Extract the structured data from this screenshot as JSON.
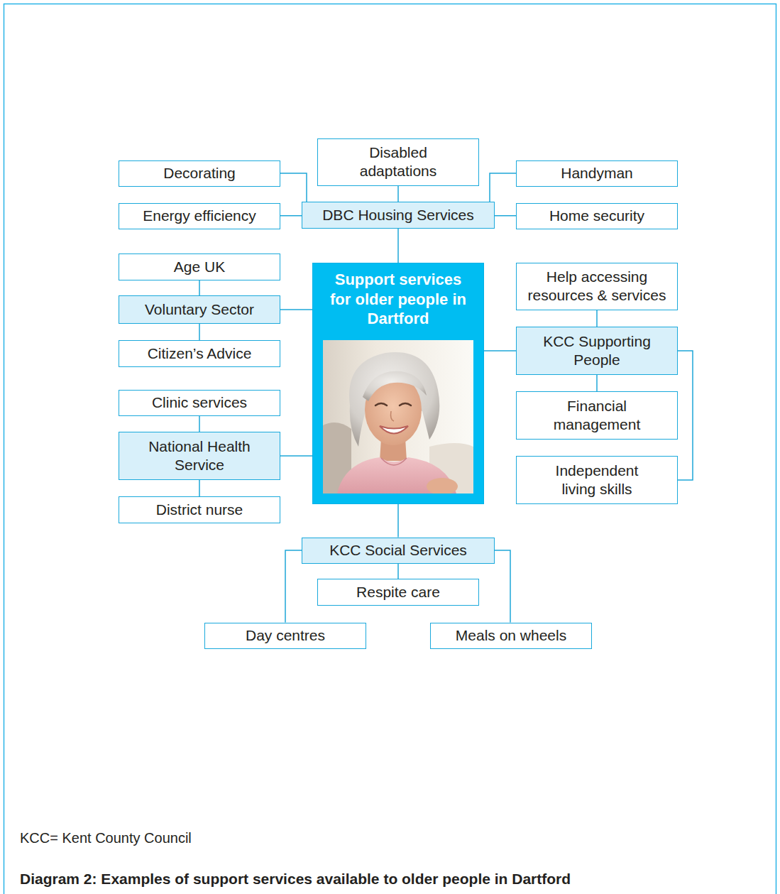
{
  "diagram": {
    "caption": "Diagram 2: Examples of support services available to older people in Dartford",
    "nodes": [
      {
        "text": [
          "Decorating"
        ]
      },
      {
        "text": [
          "Disabled adaptations"
        ]
      },
      {
        "text": [
          "Handyman"
        ]
      },
      {
        "text": [
          "Energy efficiency"
        ]
      },
      {
        "text": [
          "DBC Housing Services"
        ]
      },
      {
        "text": [
          "Home security"
        ]
      },
      {
        "text": [
          "Age UK"
        ]
      },
      {
        "text": [
          "Support services for older people in Dartford"
        ]
      },
      {
        "text": [
          "Help accessing resources & services"
        ]
      },
      {
        "text": [
          "Voluntary Sector"
        ]
      },
      {
        "text": [
          "KCC Supporting People"
        ]
      },
      {
        "text": [
          "Citizen’s Advice"
        ]
      },
      {
        "text": [
          "Clinic services"
        ]
      },
      {
        "text": [
          "Financial management"
        ]
      },
      {
        "text": [
          "National Health Service"
        ]
      },
      {
        "text": [
          "Independent living skills"
        ]
      },
      {
        "text": [
          "District nurse"
        ]
      },
      {
        "text": [
          "KCC Social Services"
        ]
      },
      {
        "text": [
          "Respite care"
        ]
      },
      {
        "text": [
          "Day centres"
        ]
      },
      {
        "text": [
          "Meals on wheels"
        ]
      }
    ],
    "edges": [
      {
        "from": 4,
        "to": 0,
        "arrow": "none"
      },
      {
        "from": 4,
        "to": 1,
        "arrow": "none"
      },
      {
        "from": 4,
        "to": 2,
        "arrow": "none"
      },
      {
        "from": 4,
        "to": 3,
        "arrow": "none"
      },
      {
        "from": 4,
        "to": 5,
        "arrow": "none"
      },
      {
        "from": 7,
        "to": 4,
        "arrow": "none"
      },
      {
        "from": 7,
        "to": 9,
        "arrow": "none"
      },
      {
        "from": 9,
        "to": 6,
        "arrow": "none"
      },
      {
        "from": 9,
        "to": 11,
        "arrow": "none"
      },
      {
        "from": 7,
        "to": 14,
        "arrow": "none"
      },
      {
        "from": 14,
        "to": 12,
        "arrow": "none"
      },
      {
        "from": 14,
        "to": 16,
        "arrow": "none"
      },
      {
        "from": 7,
        "to": 10,
        "arrow": "none"
      },
      {
        "from": 10,
        "to": 8,
        "arrow": "none"
      },
      {
        "from": 10,
        "to": 13,
        "arrow": "none"
      },
      {
        "from": 10,
        "to": 15,
        "arrow": "none"
      },
      {
        "from": 7,
        "to": 17,
        "arrow": "none"
      },
      {
        "from": 17,
        "to": 18,
        "arrow": "none"
      },
      {
        "from": 17,
        "to": 19,
        "arrow": "none"
      },
      {
        "from": 17,
        "to": 20,
        "arrow": "none"
      }
    ],
    "labels": [
      "KCC= Kent County Council"
    ]
  }
}
